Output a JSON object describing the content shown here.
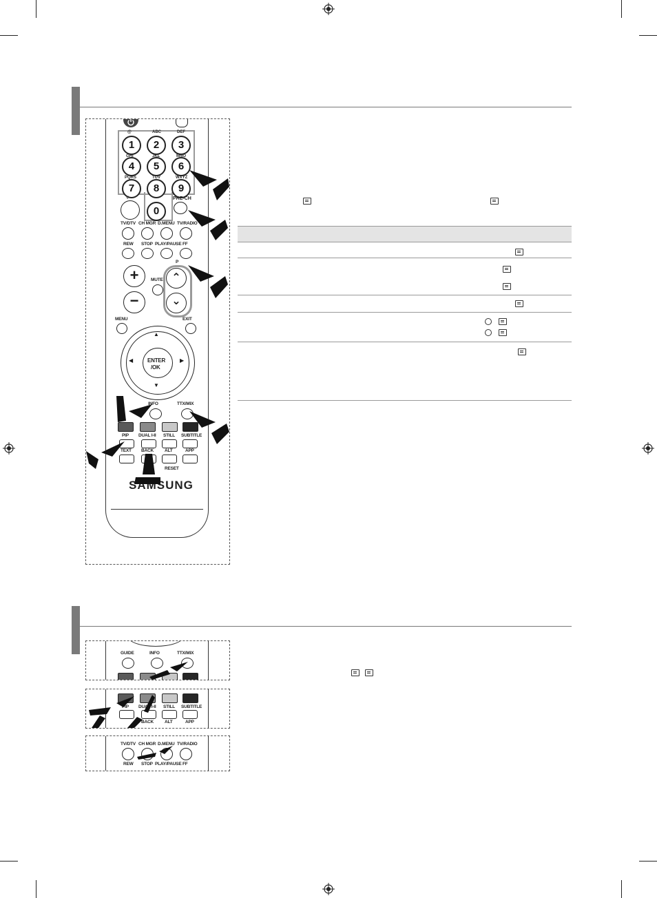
{
  "remote": {
    "brand": "SAMSUNG",
    "letters": [
      "@",
      "ABC",
      "DEF",
      "GHI",
      "JKL",
      "MNO",
      "PQRS",
      "TUV",
      "WXYZ"
    ],
    "digits": [
      "1",
      "2",
      "3",
      "4",
      "5",
      "6",
      "7",
      "8",
      "9",
      "0"
    ],
    "dash_label": "-/--",
    "pre_ch": "PRE-CH",
    "row_labels": [
      "TV/DTV",
      "CH MGR",
      "D.MENU",
      "TV/RADIO"
    ],
    "transport_labels": [
      "REW",
      "STOP",
      "PLAY/PAUSE",
      "FF"
    ],
    "mute": "MUTE",
    "p_label": "P",
    "menu": "MENU",
    "exit": "EXIT",
    "enter": "ENTER",
    "ok": "/OK",
    "info": "INFO",
    "ttx_mix": "TTX/MIX",
    "func_labels": [
      "PIP",
      "DUAL I-II",
      "STILL",
      "SUBTITLE"
    ],
    "bottom_labels": [
      "TEXT",
      "BACK",
      "ALT",
      "APP"
    ],
    "reset": "RESET",
    "set": "ET",
    "guide": "GUIDE"
  },
  "colors": {
    "red_key": "#5a5a5a",
    "green_key": "#8a8a8a",
    "yellow_key": "#c8c8c8",
    "blue_key": "#262626",
    "section_bar": "#7a7a7a",
    "table_header": "#e4e4e4"
  }
}
